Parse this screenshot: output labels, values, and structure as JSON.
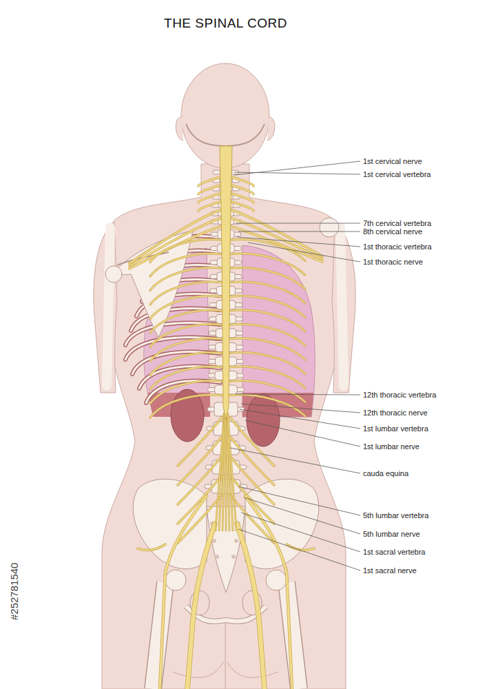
{
  "diagram": {
    "title": "THE SPINAL CORD",
    "labels": [
      "1st cervical nerve",
      "1st cervical vertebra",
      "7th cervical vertebra",
      "8th cervical nerve",
      "1st thoracic vertebra",
      "1st thoracic nerve",
      "12th thoracic vertebra",
      "12th thoracic nerve",
      "1st lumbar vertebra",
      "1st lumbar nerve",
      "cauda equina",
      "5th lumbar vertebra",
      "5th lumbar nerve",
      "1st sacral vertebra",
      "1st sacral nerve",
      "#252781540"
    ]
  }
}
